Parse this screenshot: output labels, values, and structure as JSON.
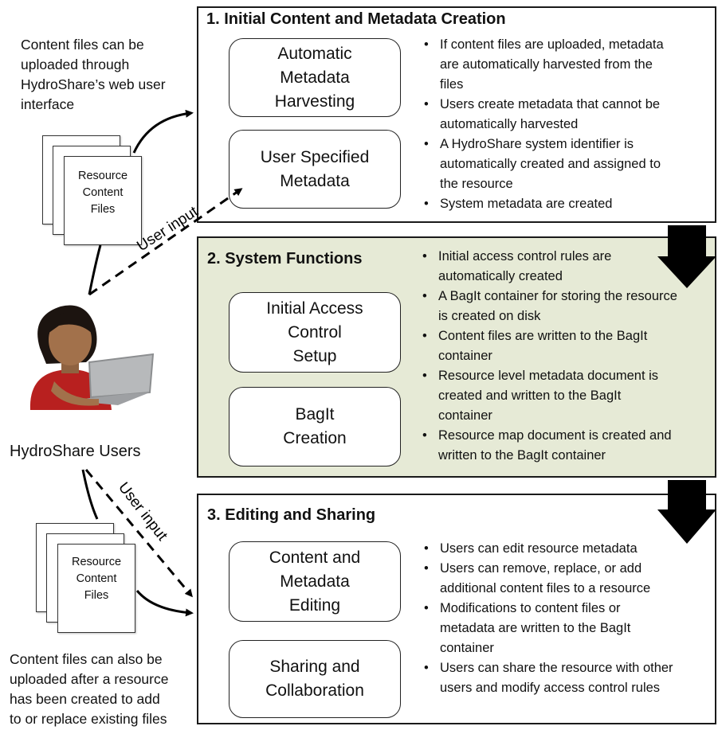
{
  "panel1": {
    "title": "1. Initial Content and Metadata Creation",
    "boxes": [
      {
        "lines": [
          "Automatic",
          "Metadata",
          "Harvesting"
        ]
      },
      {
        "lines": [
          "User Specified",
          "Metadata"
        ]
      }
    ],
    "bullets": [
      {
        "lines": [
          "If content files are uploaded, metadata",
          "are automatically harvested from the",
          "files"
        ]
      },
      {
        "lines": [
          "Users create metadata that cannot be",
          "automatically harvested"
        ]
      },
      {
        "lines": [
          "A HydroShare system identifier is",
          "automatically created and assigned to",
          "the resource"
        ]
      },
      {
        "lines": [
          "System metadata are created"
        ]
      }
    ]
  },
  "panel2": {
    "title": "2. System Functions",
    "boxes": [
      {
        "lines": [
          "Initial Access",
          "Control",
          "Setup"
        ]
      },
      {
        "lines": [
          "BagIt",
          "Creation"
        ]
      }
    ],
    "bullets": [
      {
        "lines": [
          "Initial access control rules are",
          "automatically created"
        ]
      },
      {
        "lines": [
          "A BagIt container for storing the resource",
          "is created on disk"
        ]
      },
      {
        "lines": [
          "Content files are written to the BagIt",
          "container"
        ]
      },
      {
        "lines": [
          "Resource level metadata document is",
          "created and written to the BagIt",
          "container"
        ]
      },
      {
        "lines": [
          "Resource map document is created and",
          "written to the BagIt container"
        ]
      }
    ]
  },
  "panel3": {
    "title": "3. Editing and Sharing",
    "boxes": [
      {
        "lines": [
          "Content and",
          "Metadata",
          "Editing"
        ]
      },
      {
        "lines": [
          "Sharing and",
          "Collaboration"
        ]
      }
    ],
    "bullets": [
      {
        "lines": [
          "Users can edit resource metadata"
        ]
      },
      {
        "lines": [
          "Users can remove, replace, or add",
          "additional content files to a resource"
        ]
      },
      {
        "lines": [
          "Modifications to content files or",
          "metadata are written to the BagIt",
          "container"
        ]
      },
      {
        "lines": [
          "Users can share the resource with other",
          "users and modify access control rules"
        ]
      }
    ]
  },
  "left": {
    "note_top": [
      "Content files can be",
      "uploaded through",
      "HydroShare’s web user",
      "interface"
    ],
    "doc_top_label": [
      "Resource",
      "Content",
      "Files"
    ],
    "user_input_top": "User input",
    "users_label": "HydroShare Users",
    "user_input_bottom": "User input",
    "doc_bottom_label": [
      "Resource",
      "Content",
      "Files"
    ],
    "note_bottom": [
      "Content files can also be",
      "uploaded after a resource",
      "has been created to add",
      "to or replace existing files"
    ]
  },
  "colors": {
    "panel2_fill": "#e6ead6",
    "arrow": "#000000",
    "user_shirt": "#b8201f",
    "user_skin": "#a2714b",
    "user_hair": "#1c1410",
    "laptop": "#b7b9bb"
  }
}
